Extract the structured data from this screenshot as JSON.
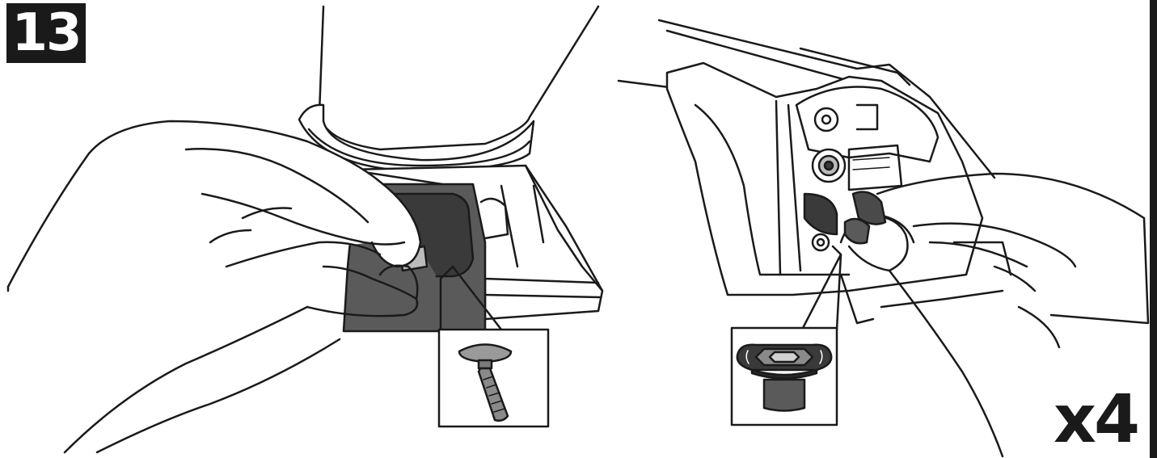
{
  "step": {
    "number": "13"
  },
  "quantity": {
    "label": "x4"
  },
  "left_panel": {
    "detail_part": "carriage-bolt"
  },
  "right_panel": {
    "detail_part": "tightening-knob"
  },
  "colors": {
    "ink": "#1a1a1a",
    "part_fill": "#5a5a5a",
    "part_fill_dark": "#3a3a3a",
    "paper": "#ffffff"
  }
}
